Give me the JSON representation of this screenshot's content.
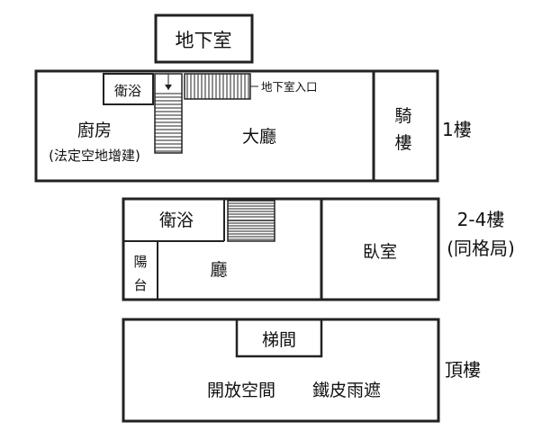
{
  "basement": {
    "label": "地下室"
  },
  "floor1": {
    "label": "1樓",
    "rooms": {
      "bath": "衛浴",
      "kitchen": "廚房",
      "kitchen_note": "(法定空地增建)",
      "hall": "大廳",
      "arcade_1": "騎",
      "arcade_2": "樓"
    },
    "basement_entrance": "地下室入口"
  },
  "floors2to4": {
    "label": "2-4樓",
    "label_note": "(同格局)",
    "rooms": {
      "bath": "衛浴",
      "balcony_1": "陽",
      "balcony_2": "台",
      "hall": "廳",
      "bedroom": "臥室"
    }
  },
  "roof": {
    "label": "頂樓",
    "rooms": {
      "stair": "梯間",
      "open_space": "開放空間",
      "iron_shed": "鐵皮雨遮"
    }
  }
}
